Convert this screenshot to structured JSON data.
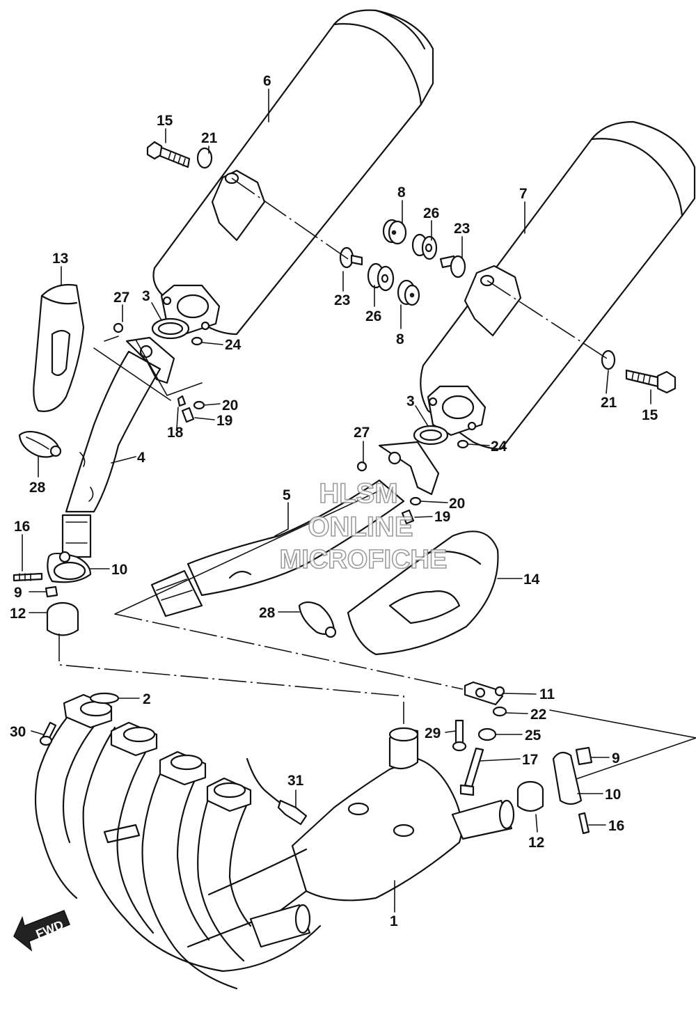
{
  "watermark": {
    "line1": "HLSM",
    "line2": "ONLINE",
    "line3": "MICROFICHE"
  },
  "direction_arrow": "FWD",
  "callouts": {
    "c1": "1",
    "c2": "2",
    "c3a": "3",
    "c3b": "3",
    "c4": "4",
    "c5": "5",
    "c6": "6",
    "c7": "7",
    "c8a": "8",
    "c8b": "8",
    "c9a": "9",
    "c9b": "9",
    "c10a": "10",
    "c10b": "10",
    "c11": "11",
    "c12a": "12",
    "c12b": "12",
    "c13": "13",
    "c14": "14",
    "c15a": "15",
    "c15b": "15",
    "c16a": "16",
    "c16b": "16",
    "c17": "17",
    "c18": "18",
    "c19a": "19",
    "c19b": "19",
    "c20a": "20",
    "c20b": "20",
    "c21a": "21",
    "c21b": "21",
    "c22": "22",
    "c23a": "23",
    "c23b": "23",
    "c24a": "24",
    "c24b": "24",
    "c25": "25",
    "c26a": "26",
    "c26b": "26",
    "c27a": "27",
    "c27b": "27",
    "c28a": "28",
    "c28b": "28",
    "c29": "29",
    "c30": "30",
    "c31": "31"
  }
}
